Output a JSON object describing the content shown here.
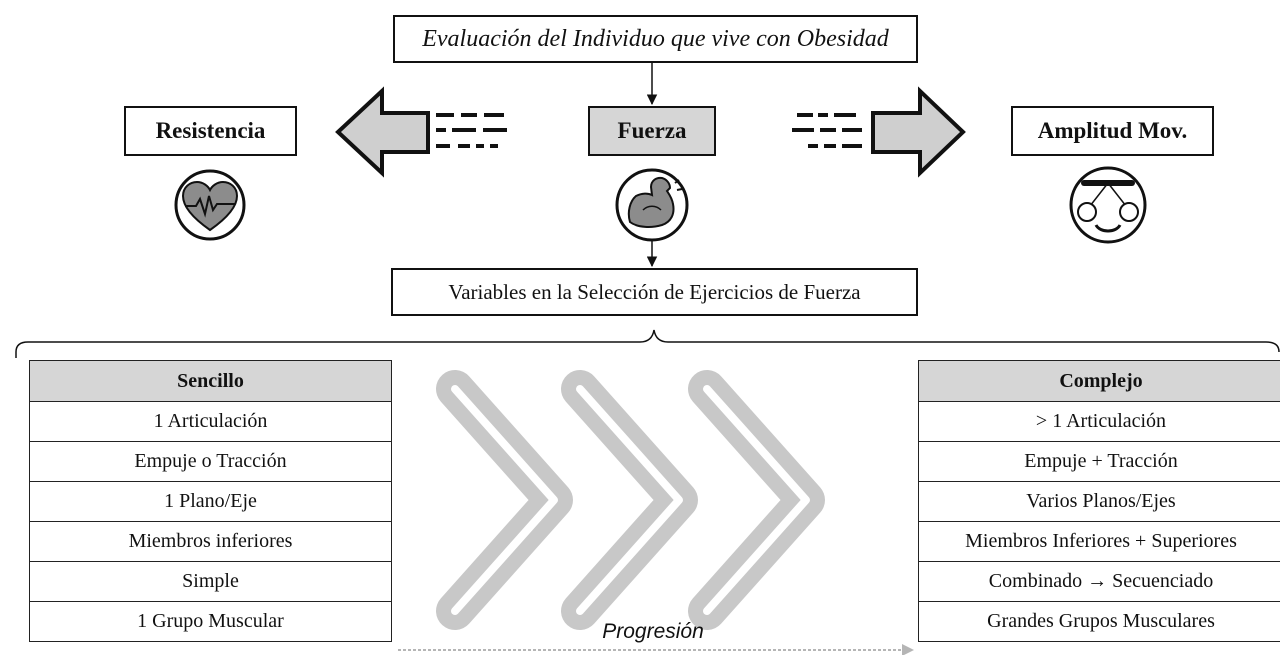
{
  "header": {
    "title": "Evaluación del Individuo que vive con Obesidad"
  },
  "components": {
    "resistencia": "Resistencia",
    "fuerza": "Fuerza",
    "amplitud": "Amplitud Mov."
  },
  "icons": {
    "resistencia": "heart-pulse-icon",
    "fuerza": "flexed-arm-icon",
    "amplitud": "stretch-band-icon"
  },
  "variables_title": "Variables en la Selección de Ejercicios de Fuerza",
  "simple_table": {
    "header": "Sencillo",
    "rows": [
      "1 Articulación",
      "Empuje o Tracción",
      "1 Plano/Eje",
      "Miembros inferiores",
      "Simple",
      "1 Grupo Muscular"
    ]
  },
  "complex_table": {
    "header": "Complejo",
    "rows": [
      "> 1 Articulación",
      "Empuje + Tracción",
      "Varios Planos/Ejes",
      "Miembros Inferiores + Superiores",
      "Combinado → Secuenciado",
      "Grandes Grupos Musculares"
    ]
  },
  "progression_label": "Progresión",
  "colors": {
    "fill_gray": "#d6d6d6",
    "chevron_gray": "#cfcfcf",
    "line": "#111111"
  }
}
